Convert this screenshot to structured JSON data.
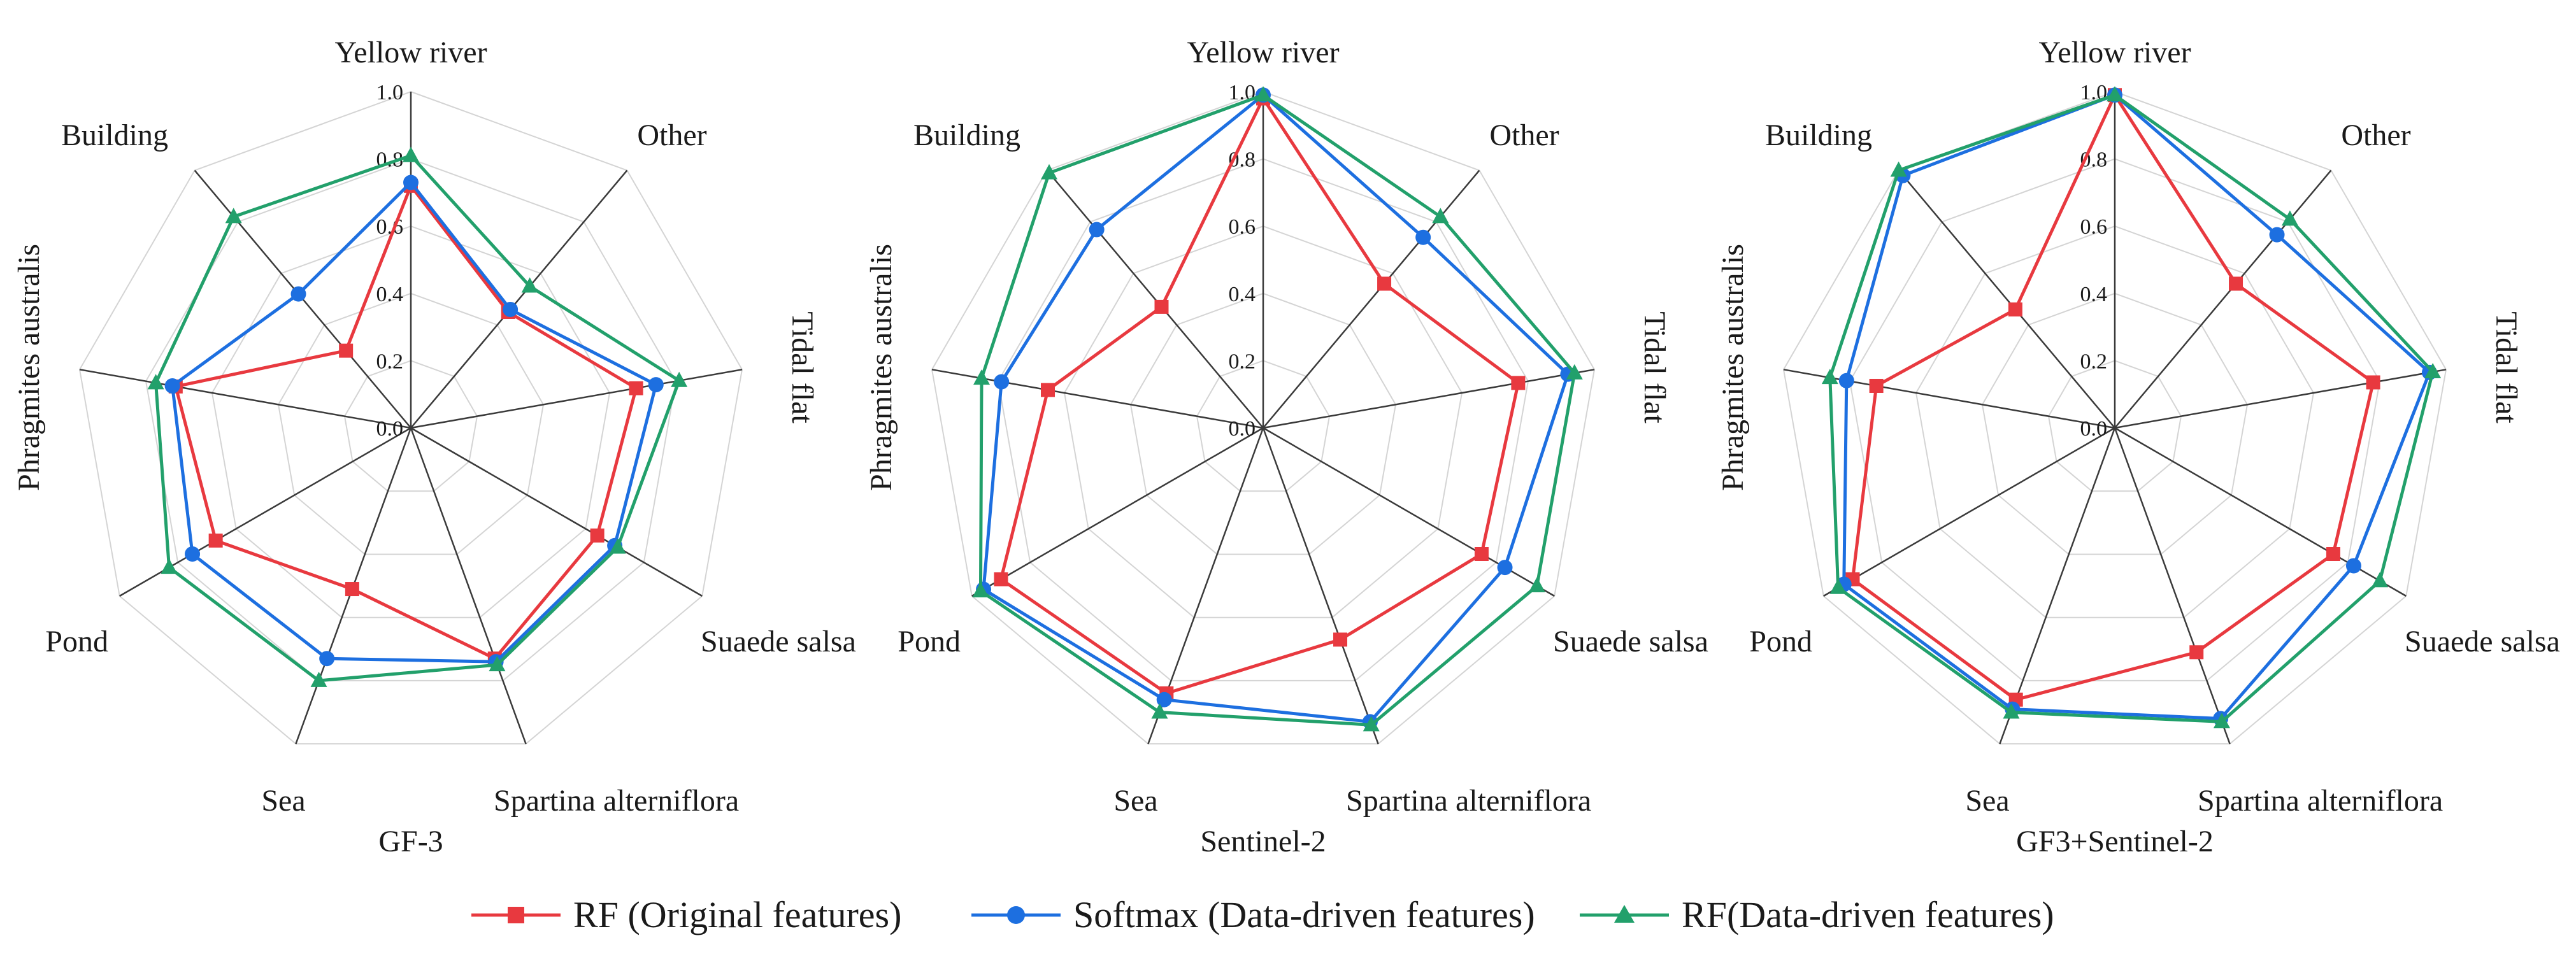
{
  "chart_data": [
    {
      "type": "radar",
      "title": "GF-3",
      "categories": [
        "Yellow river",
        "Other",
        "Tidal flat",
        "Suaede salsa",
        "Spartina alterniflora",
        "Sea",
        "Pond",
        "Phragmites australis",
        "Building"
      ],
      "rlim": [
        0,
        1
      ],
      "ticks": [
        "0.0",
        "0.2",
        "0.4",
        "0.6",
        "0.8",
        "1.0"
      ],
      "grid": true,
      "series": [
        {
          "name": "RF (Original features)",
          "values": [
            0.72,
            0.45,
            0.68,
            0.64,
            0.73,
            0.51,
            0.67,
            0.71,
            0.3
          ]
        },
        {
          "name": "Softmax (Data-driven features)",
          "values": [
            0.73,
            0.46,
            0.74,
            0.7,
            0.74,
            0.73,
            0.75,
            0.72,
            0.52
          ]
        },
        {
          "name": "RF(Data-driven features)",
          "values": [
            0.81,
            0.55,
            0.81,
            0.71,
            0.75,
            0.8,
            0.83,
            0.77,
            0.82
          ]
        }
      ]
    },
    {
      "type": "radar",
      "title": "Sentinel-2",
      "categories": [
        "Yellow river",
        "Other",
        "Tidal flat",
        "Suaede salsa",
        "Spartina alterniflora",
        "Sea",
        "Pond",
        "Phragmites australis",
        "Building"
      ],
      "rlim": [
        0,
        1
      ],
      "ticks": [
        "0.0",
        "0.2",
        "0.4",
        "0.6",
        "0.8",
        "1.0"
      ],
      "grid": true,
      "series": [
        {
          "name": "RF (Original features)",
          "values": [
            0.98,
            0.56,
            0.77,
            0.75,
            0.67,
            0.84,
            0.9,
            0.65,
            0.47
          ]
        },
        {
          "name": "Softmax (Data-driven features)",
          "values": [
            0.99,
            0.74,
            0.92,
            0.83,
            0.93,
            0.86,
            0.96,
            0.79,
            0.77
          ]
        },
        {
          "name": "RF(Data-driven features)",
          "values": [
            0.99,
            0.82,
            0.94,
            0.94,
            0.94,
            0.9,
            0.97,
            0.85,
            0.99
          ]
        }
      ]
    },
    {
      "type": "radar",
      "title": "GF3+Sentinel-2",
      "categories": [
        "Yellow river",
        "Other",
        "Tidal flat",
        "Suaede salsa",
        "Spartina alterniflora",
        "Sea",
        "Pond",
        "Phragmites australis",
        "Building"
      ],
      "rlim": [
        0,
        1
      ],
      "ticks": [
        "0.0",
        "0.2",
        "0.4",
        "0.6",
        "0.8",
        "1.0"
      ],
      "grid": true,
      "series": [
        {
          "name": "RF (Original features)",
          "values": [
            0.99,
            0.56,
            0.78,
            0.75,
            0.71,
            0.86,
            0.9,
            0.72,
            0.46
          ]
        },
        {
          "name": "Softmax (Data-driven features)",
          "values": [
            0.99,
            0.75,
            0.95,
            0.82,
            0.92,
            0.89,
            0.93,
            0.81,
            0.98
          ]
        },
        {
          "name": "RF(Data-driven features)",
          "values": [
            0.99,
            0.81,
            0.96,
            0.91,
            0.93,
            0.9,
            0.95,
            0.86,
            1.0
          ]
        }
      ]
    }
  ],
  "legend": {
    "placement": "bottom-center",
    "items": [
      {
        "label": "RF (Original features)",
        "color": "#e8393f",
        "marker": "square"
      },
      {
        "label": "Softmax (Data-driven features)",
        "color": "#1d6fe0",
        "marker": "circle"
      },
      {
        "label": "RF(Data-driven features)",
        "color": "#22a06b",
        "marker": "triangle"
      }
    ]
  },
  "colors": {
    "rf_original": "#e8393f",
    "softmax": "#1d6fe0",
    "rf_data_driven": "#22a06b",
    "grid": "#d4d4d4",
    "spoke": "#3a3a3a"
  }
}
